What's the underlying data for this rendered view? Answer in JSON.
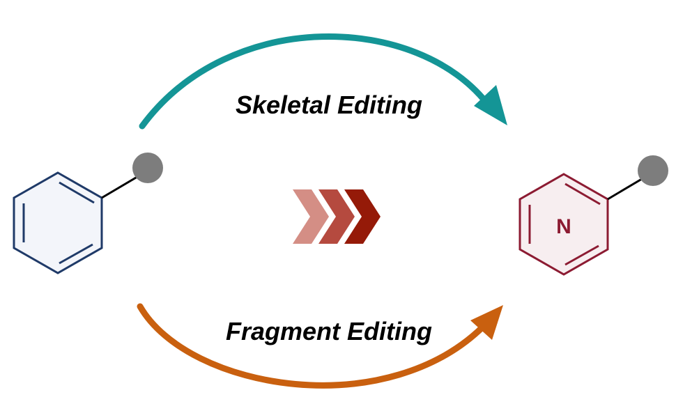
{
  "diagram": {
    "top_label": "Skeletal Editing",
    "bottom_label": "Fragment Editing",
    "product_atom": "N"
  },
  "colors": {
    "teal_arrow": "#149596",
    "orange_arrow": "#C9600F",
    "benzene_stroke": "#1F3A68",
    "benzene_fill": "#F3F5FA",
    "pyridine_stroke": "#8C1B32",
    "pyridine_fill": "#F7EEF0",
    "substituent": "#7D7D7D",
    "chevron_light": "#D48E85",
    "chevron_mid": "#B54A3F",
    "chevron_dark": "#951A08"
  },
  "icons": [
    "benzene-ring-icon",
    "pyridine-ring-icon",
    "triple-chevron-icon",
    "curved-arrow-icon"
  ]
}
